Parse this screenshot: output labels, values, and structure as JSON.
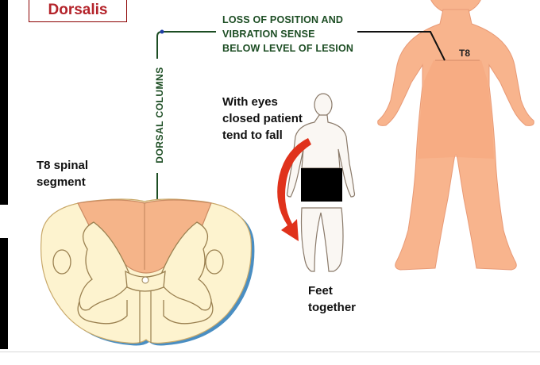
{
  "title": "Dorsalis",
  "lesion_text": [
    "LOSS OF POSITION AND",
    "VIBRATION SENSE",
    "BELOW LEVEL OF LESION"
  ],
  "tract_label": "DORSAL COLUMNS",
  "level_label": "T8",
  "segment_label": [
    "T8 spinal",
    "segment"
  ],
  "fall_text": [
    "With eyes",
    "closed  patient",
    "tend to fall"
  ],
  "feet_text": [
    "Feet",
    "together"
  ],
  "colors": {
    "title_red": "#b4232a",
    "label_green": "#1c4d23",
    "body_fill": "#f8b48d",
    "cord_fill": "#fdf3cf",
    "arrow_red": "#e0321b"
  },
  "icons": [
    "curved-fall-arrow"
  ]
}
